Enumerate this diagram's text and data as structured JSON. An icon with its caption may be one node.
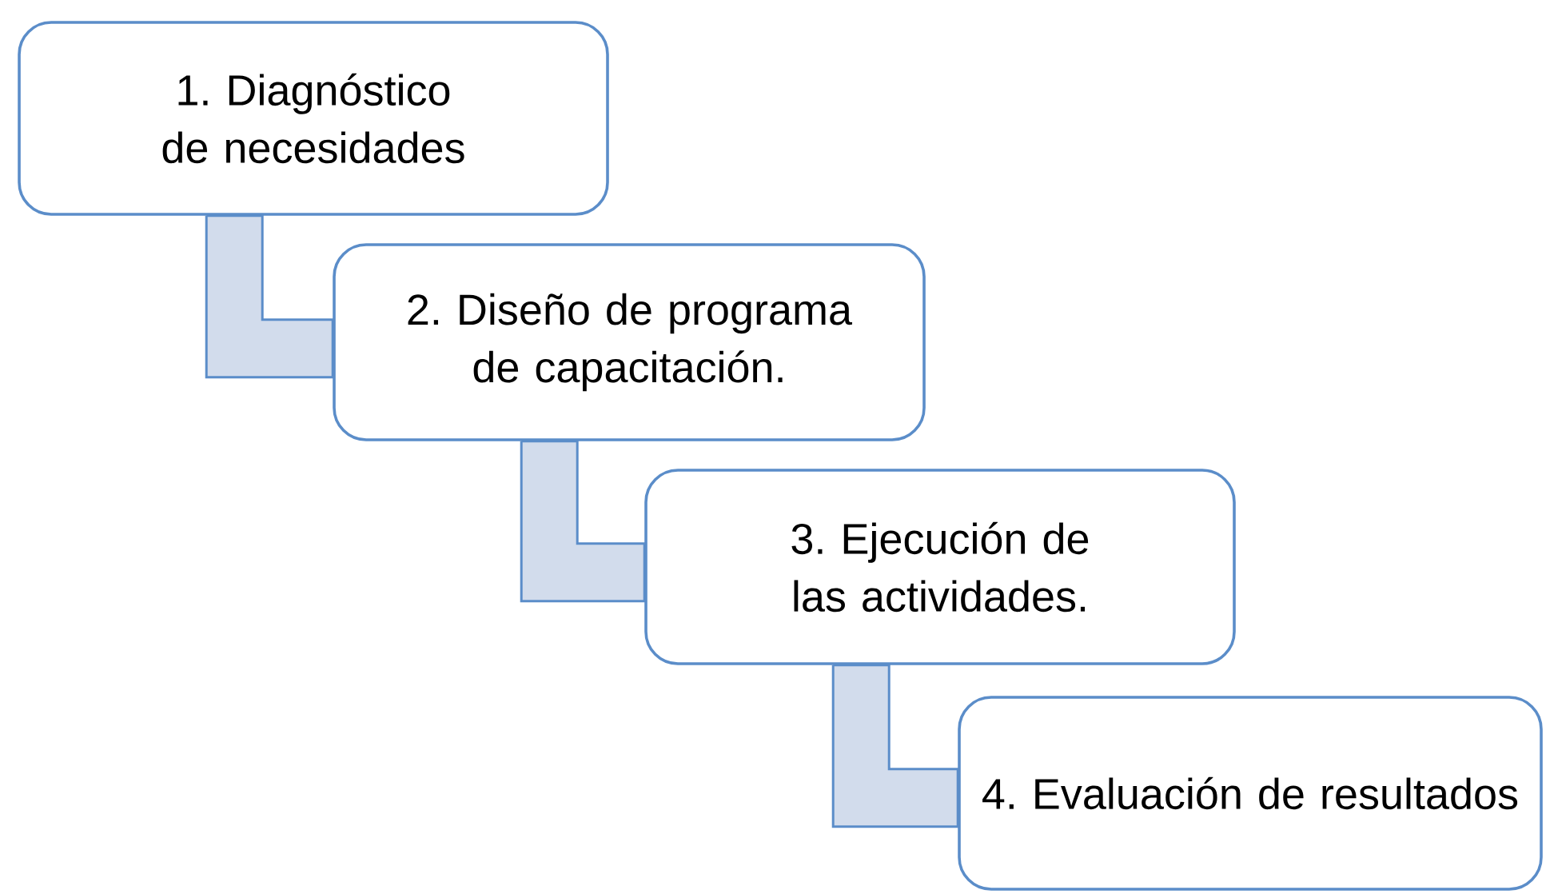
{
  "diagram": {
    "nodes": [
      {
        "text": [
          "1. Diagnóstico de necesidades"
        ]
      },
      {
        "text": [
          "2. Diseño de programa de capacitación."
        ]
      },
      {
        "text": [
          "3. Ejecución de las actividades."
        ]
      },
      {
        "text": [
          "4. Evaluación de resultados"
        ]
      }
    ],
    "edges": [
      {
        "from": 0,
        "to": 1,
        "arrow": "none"
      },
      {
        "from": 1,
        "to": 2,
        "arrow": "none"
      },
      {
        "from": 2,
        "to": 3,
        "arrow": "none"
      }
    ]
  }
}
